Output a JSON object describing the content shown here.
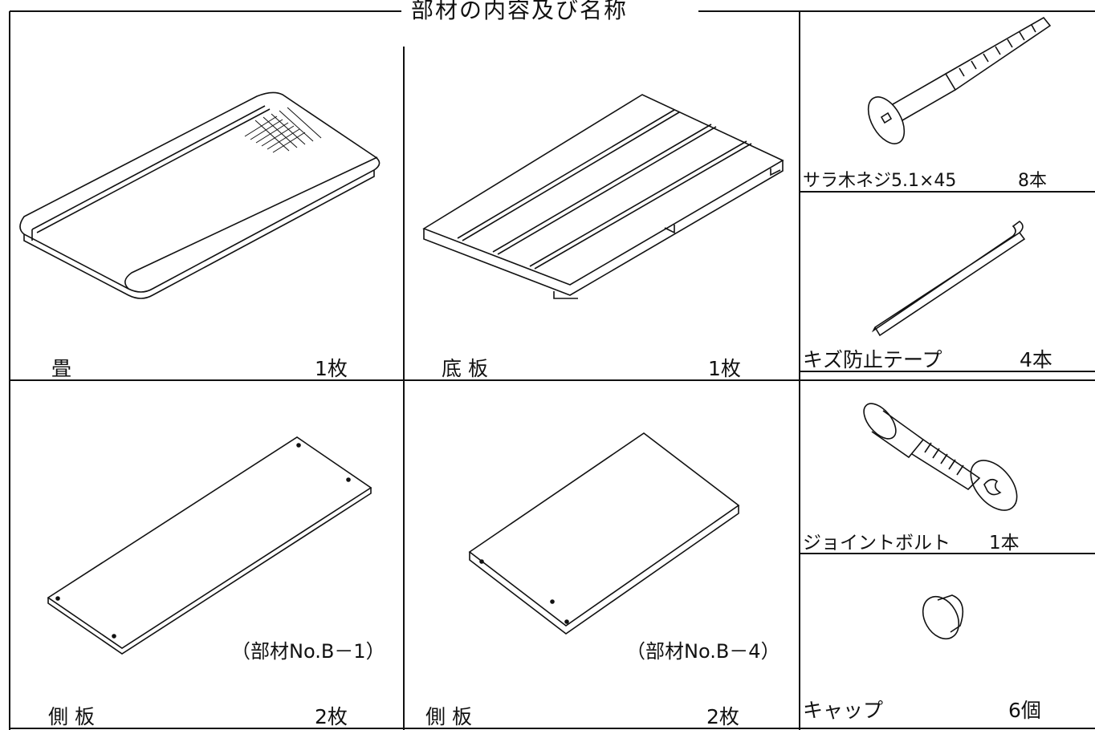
{
  "title": "部材の内容及び名称",
  "parts": {
    "tatami": {
      "name": "畳",
      "qty": "1枚"
    },
    "bottom_board": {
      "name": "底 板",
      "qty": "1枚"
    },
    "side_board_1": {
      "name": "側 板",
      "qty": "2枚",
      "note": "（部材No.B－1）"
    },
    "side_board_4": {
      "name": "側 板",
      "qty": "2枚",
      "note": "（部材No.B－4）"
    },
    "screw": {
      "name": "サラ木ネジ5.1×45",
      "qty": "8本"
    },
    "tape": {
      "name": "キズ防止テープ",
      "qty": "4本"
    },
    "joint_bolt": {
      "name": "ジョイントボルト",
      "qty": "1本"
    },
    "cap": {
      "name": "キャップ",
      "qty": "6個"
    }
  }
}
